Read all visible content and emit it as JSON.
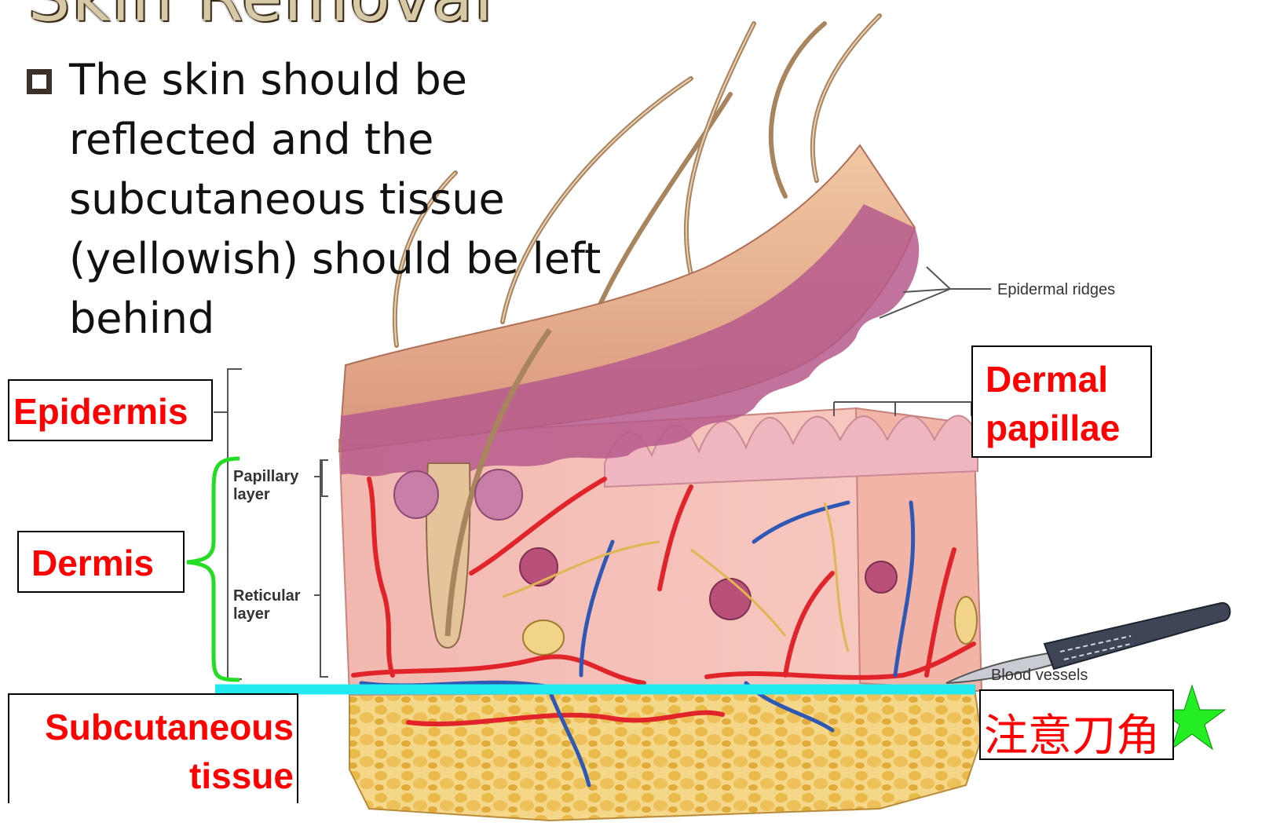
{
  "slide": {
    "title": "Skin Removal",
    "bullet": "The skin should be reflected and the subcutaneous tissue (yellowish) should be left behind"
  },
  "labels": {
    "epidermis": "Epidermis",
    "dermis": "Dermis",
    "subcutaneous_line1": "Subcutaneous",
    "subcutaneous_line2": "tissue",
    "dermal_line1": "Dermal",
    "dermal_line2": "papillae",
    "blade_note": "注意刀角"
  },
  "sublabels": {
    "papillary_1": "Papillary",
    "papillary_2": "layer",
    "reticular_1": "Reticular",
    "reticular_2": "layer",
    "epidermal_ridges": "Epidermal ridges",
    "blood_vessels": "Blood vessels"
  },
  "colors": {
    "label_text": "#ff0000",
    "dermis_brace": "#22dd22",
    "cut_line": "#22e8f0",
    "star": "#22ee22"
  },
  "icons": {
    "star": "star-icon",
    "scalpel": "scalpel-icon"
  }
}
